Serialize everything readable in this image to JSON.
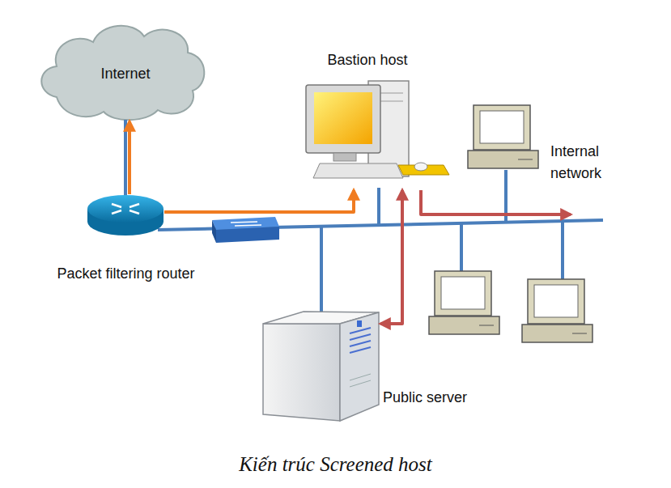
{
  "diagram": {
    "caption": "Kiến trúc Screened host",
    "nodes": [
      {
        "text": [
          "Internet"
        ]
      },
      {
        "text": [
          "Bastion host"
        ]
      },
      {
        "text": [
          "Internal network"
        ]
      },
      {
        "text": [
          "Packet filtering router"
        ]
      },
      {
        "text": [
          "Public server"
        ]
      }
    ],
    "edges": [
      {
        "from": 3,
        "to": 0,
        "arrow": "to"
      },
      {
        "from": 3,
        "to": 1,
        "arrow": "to"
      },
      {
        "from": 1,
        "to": 4,
        "arrow": "both"
      },
      {
        "from": 1,
        "to": 2,
        "arrow": "to"
      }
    ]
  }
}
